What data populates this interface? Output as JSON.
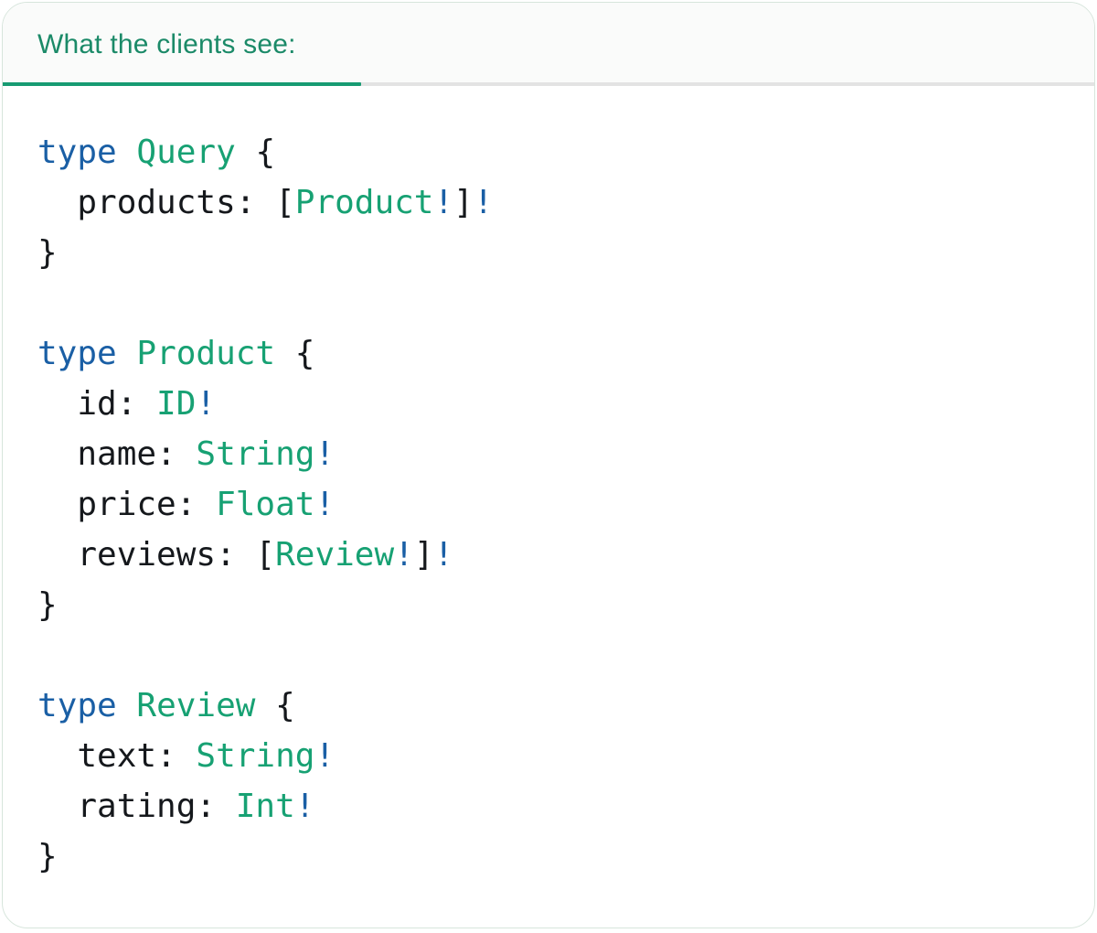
{
  "tab": {
    "label": "What the clients see:"
  },
  "colors": {
    "tab_green": "#1b8a68",
    "underline_green": "#179b72",
    "keyword_blue": "#1a5fa5",
    "type_green": "#17a173",
    "code_text": "#15181c",
    "divider_gray": "#e3e3e3",
    "card_border": "#d7e5dc",
    "header_bg": "#fafbfa"
  },
  "code": {
    "lines": [
      [
        {
          "t": "type",
          "c": "kw"
        },
        {
          "t": " ",
          "c": "plain"
        },
        {
          "t": "Query",
          "c": "type"
        },
        {
          "t": " {",
          "c": "plain"
        }
      ],
      [
        {
          "t": "  products: [",
          "c": "plain"
        },
        {
          "t": "Product",
          "c": "type"
        },
        {
          "t": "!",
          "c": "bang"
        },
        {
          "t": "]",
          "c": "plain"
        },
        {
          "t": "!",
          "c": "bang"
        }
      ],
      [
        {
          "t": "}",
          "c": "plain"
        }
      ],
      [],
      [
        {
          "t": "type",
          "c": "kw"
        },
        {
          "t": " ",
          "c": "plain"
        },
        {
          "t": "Product",
          "c": "type"
        },
        {
          "t": " {",
          "c": "plain"
        }
      ],
      [
        {
          "t": "  id: ",
          "c": "plain"
        },
        {
          "t": "ID",
          "c": "type"
        },
        {
          "t": "!",
          "c": "bang"
        }
      ],
      [
        {
          "t": "  name: ",
          "c": "plain"
        },
        {
          "t": "String",
          "c": "type"
        },
        {
          "t": "!",
          "c": "bang"
        }
      ],
      [
        {
          "t": "  price: ",
          "c": "plain"
        },
        {
          "t": "Float",
          "c": "type"
        },
        {
          "t": "!",
          "c": "bang"
        }
      ],
      [
        {
          "t": "  reviews: [",
          "c": "plain"
        },
        {
          "t": "Review",
          "c": "type"
        },
        {
          "t": "!",
          "c": "bang"
        },
        {
          "t": "]",
          "c": "plain"
        },
        {
          "t": "!",
          "c": "bang"
        }
      ],
      [
        {
          "t": "}",
          "c": "plain"
        }
      ],
      [],
      [
        {
          "t": "type",
          "c": "kw"
        },
        {
          "t": " ",
          "c": "plain"
        },
        {
          "t": "Review",
          "c": "type"
        },
        {
          "t": " {",
          "c": "plain"
        }
      ],
      [
        {
          "t": "  text: ",
          "c": "plain"
        },
        {
          "t": "String",
          "c": "type"
        },
        {
          "t": "!",
          "c": "bang"
        }
      ],
      [
        {
          "t": "  rating: ",
          "c": "plain"
        },
        {
          "t": "Int",
          "c": "type"
        },
        {
          "t": "!",
          "c": "bang"
        }
      ],
      [
        {
          "t": "}",
          "c": "plain"
        }
      ]
    ]
  }
}
